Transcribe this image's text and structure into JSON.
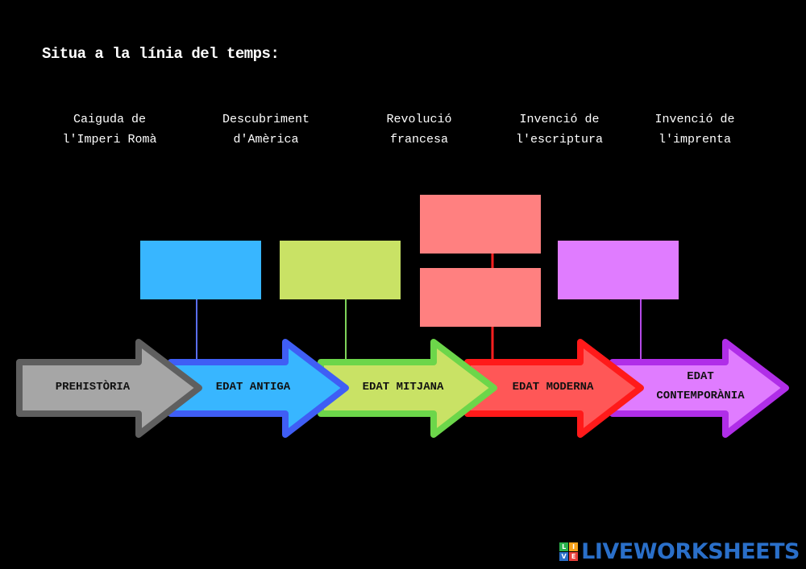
{
  "title": "Situa a la línia del temps:",
  "events": [
    "Caiguda de\nl'Imperi Romà",
    "Descubriment\nd'Amèrica",
    "Revolució\nfrancesa",
    "Invenció de\nl'escriptura",
    "Invenció de\nl'imprenta"
  ],
  "eras": [
    {
      "label": "PREHISTÒRIA",
      "color": "#a6a6a6",
      "stroke": "#5f5f5f"
    },
    {
      "label": "EDAT ANTIGA",
      "color": "#38b6ff",
      "stroke": "#3f5ef5"
    },
    {
      "label": "EDAT MITJANA",
      "color": "#c9e265",
      "stroke": "#6cd64a"
    },
    {
      "label": "EDAT MODERNA",
      "color": "#ff5757",
      "stroke": "#ff1a1a"
    },
    {
      "label": "EDAT\nCONTEMPORÀNIA",
      "color": "#e07cff",
      "stroke": "#b02ee8"
    }
  ],
  "drop_boxes": [
    {
      "color": "#38b6ff",
      "line": "#5a6ef0"
    },
    {
      "color": "#c9e265",
      "line": "#7fd35a"
    },
    {
      "color": "#ff8080",
      "line": "#ff1f1f"
    },
    {
      "color": "#ff8080",
      "line": "#ff1f1f"
    },
    {
      "color": "#e07cff",
      "line": "#b54ae8"
    }
  ],
  "logo": {
    "mark": [
      "L",
      "I",
      "V",
      "E"
    ],
    "mark_colors": [
      "#2bb24c",
      "#f7a21b",
      "#2a6fc9",
      "#e8403a"
    ],
    "text": "LIVEWORKSHEETS"
  }
}
